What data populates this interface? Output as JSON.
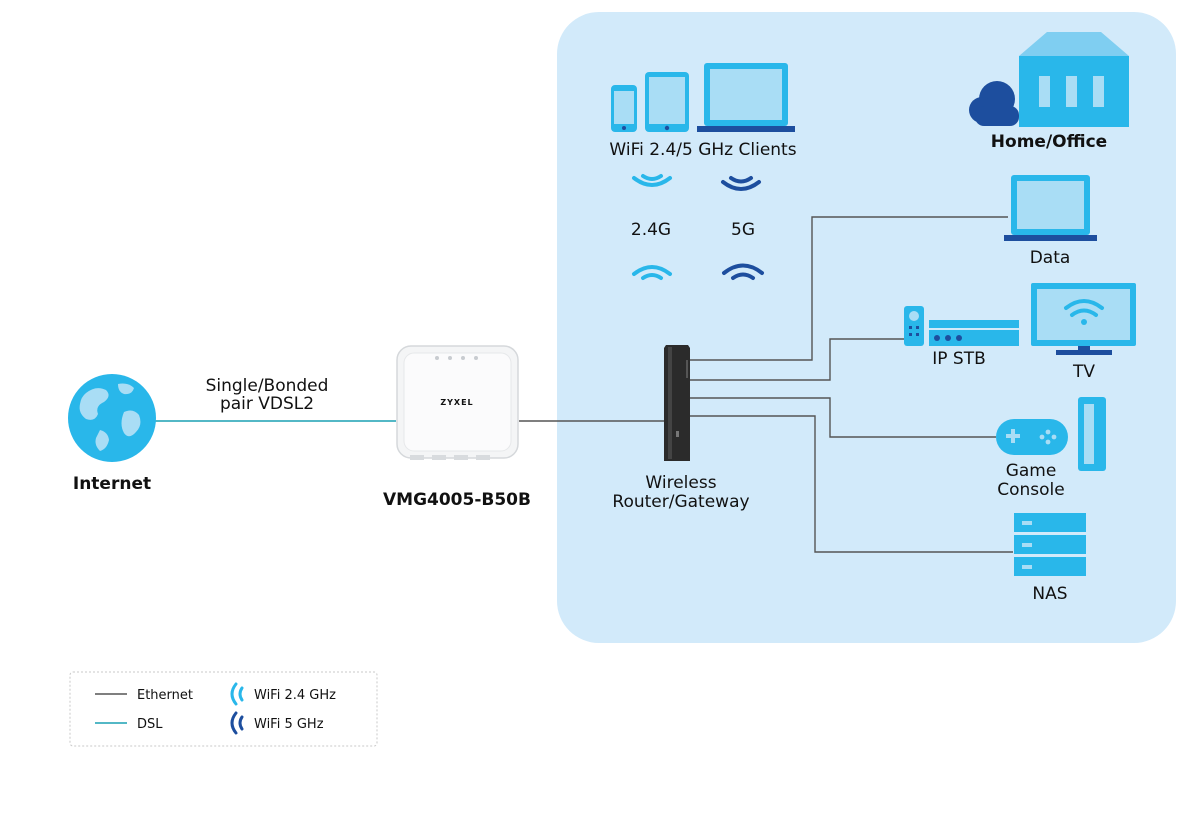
{
  "colors": {
    "panel": "#d2eafa",
    "device": "#29b7ea",
    "device_light": "#a9ddf5",
    "dark_blue": "#1d4e9e",
    "ethernet": "#555555",
    "dsl": "#1aa0b4"
  },
  "nodes": {
    "internet": "Internet",
    "dsl_link": [
      "Single/Bonded",
      "pair VDSL2"
    ],
    "modem": "VMG4005-B50B",
    "modem_brand": "ZYXEL",
    "router": [
      "Wireless",
      "Router/Gateway"
    ],
    "wifi_clients": "WiFi 2.4/5 GHz Clients",
    "band_24": "2.4G",
    "band_5": "5G",
    "home_office": "Home/Office",
    "data": "Data",
    "ip_stb": "IP STB",
    "tv": "TV",
    "game_console": [
      "Game",
      "Console"
    ],
    "nas": "NAS"
  },
  "legend": {
    "ethernet": "Ethernet",
    "dsl": "DSL",
    "wifi24": "WiFi 2.4 GHz",
    "wifi5": "WiFi 5 GHz"
  }
}
